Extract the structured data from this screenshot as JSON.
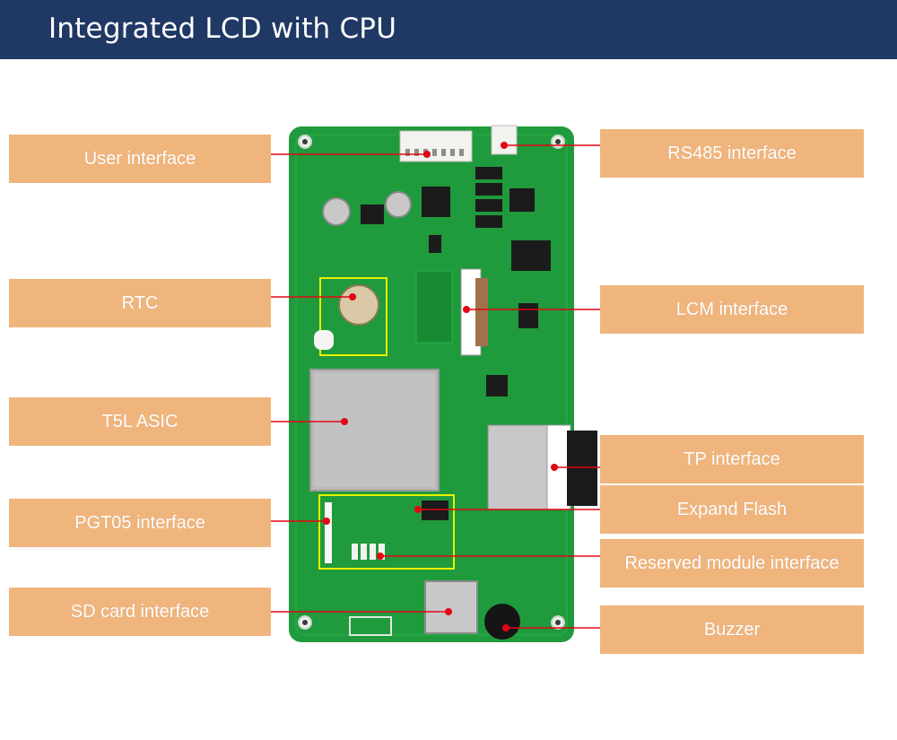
{
  "header": {
    "title": "Integrated LCD with CPU"
  },
  "labels": {
    "user_interface": "User interface",
    "rtc": "RTC",
    "t5l_asic": "T5L ASIC",
    "pgt05_interface": "PGT05 interface",
    "sd_card_interface": "SD card interface",
    "rs485_interface": "RS485 interface",
    "lcm_interface": "LCM interface",
    "tp_interface": "TP interface",
    "expand_flash": "Expand Flash",
    "reserved_module_interface": "Reserved module interface",
    "buzzer": "Buzzer"
  },
  "colors": {
    "header_bg": "#1f3864",
    "label_bg": "#f0b57d",
    "pcb_green": "#1f9a3c",
    "pointer_red": "#e30613",
    "highlight_yellow": "#e8f000"
  }
}
